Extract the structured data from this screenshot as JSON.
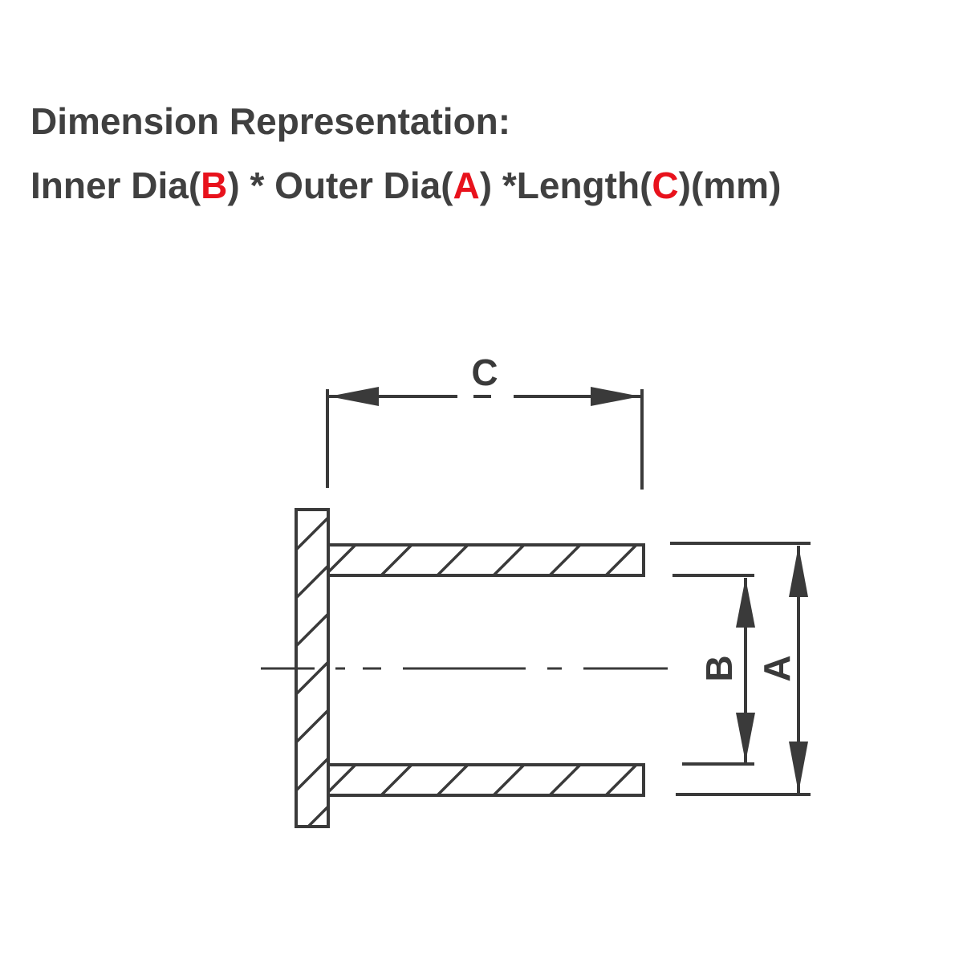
{
  "header": {
    "line1": "Dimension Representation:",
    "line2": {
      "inner_prefix": "Inner Dia(",
      "inner_letter": "B",
      "inner_suffix": ") * Outer Dia(",
      "outer_letter": "A",
      "outer_suffix": ") *Length(",
      "length_letter": "C",
      "length_suffix": ")(mm)"
    }
  },
  "diagram": {
    "label_length": "C",
    "label_inner": "B",
    "label_outer": "A"
  },
  "colors": {
    "text": "#404040",
    "highlight": "#e8121c",
    "line": "#3a3a3a"
  }
}
